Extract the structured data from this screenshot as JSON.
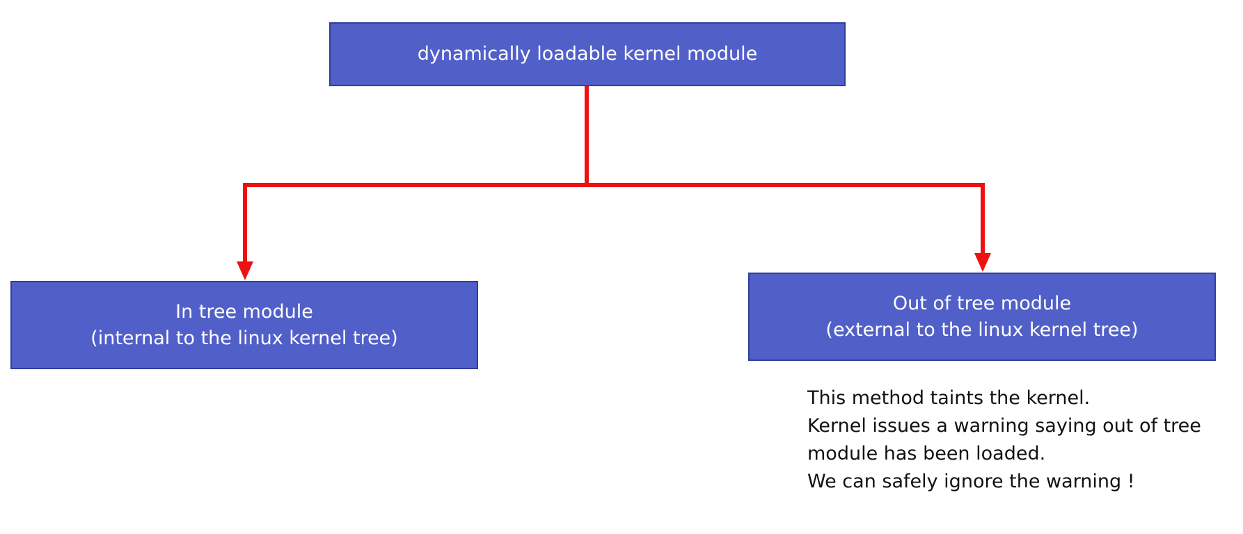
{
  "colors": {
    "node_fill": "#515FC8",
    "node_border": "#2F3F9C",
    "connector": "#EE1111",
    "note_text": "#111111"
  },
  "nodes": {
    "root": {
      "lines": [
        "dynamically loadable kernel module"
      ]
    },
    "in_tree": {
      "lines": [
        "In tree module",
        "(internal to the linux kernel tree)"
      ]
    },
    "out_tree": {
      "lines": [
        "Out of tree module",
        "(external to the linux kernel tree)"
      ]
    }
  },
  "edges": [
    {
      "from": "root",
      "to": "in_tree"
    },
    {
      "from": "root",
      "to": "out_tree"
    }
  ],
  "note": {
    "lines": [
      "This method taints the kernel.",
      "Kernel issues a warning saying out of tree",
      "module has been loaded.",
      "We can safely ignore the warning !"
    ]
  }
}
